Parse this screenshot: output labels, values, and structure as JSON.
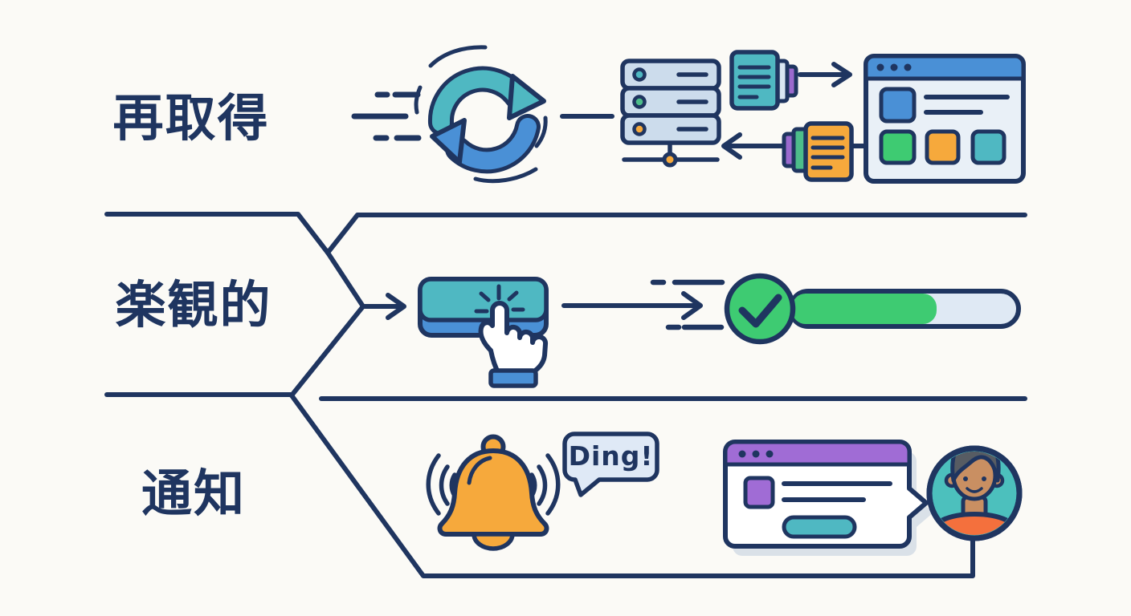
{
  "diagram": {
    "background_color": "#fbfaf6",
    "outline_color": "#1f3560",
    "rows": [
      {
        "name": "refetch",
        "label": "再取得",
        "icons": [
          "speed-dashes-icon",
          "sync-refresh-icon",
          "server-stack-icon",
          "request-packet-icon",
          "response-packet-icon",
          "arrow-right-icon",
          "arrow-left-icon",
          "browser-window-icon"
        ]
      },
      {
        "name": "optimistic",
        "label": "楽観的",
        "icons": [
          "arrow-right-icon",
          "ui-button-icon",
          "click-sparks-icon",
          "hand-cursor-icon",
          "speed-dashes-icon",
          "check-circle-icon",
          "progress-bar-icon"
        ],
        "progress_percent": 64
      },
      {
        "name": "notification",
        "label": "通知",
        "bubble_text": "Ding!",
        "icons": [
          "bell-icon",
          "vibration-arcs-icon",
          "speech-bubble-icon",
          "notification-card-icon",
          "user-avatar-icon"
        ]
      }
    ],
    "colors": {
      "navy": "#1f3560",
      "teal": "#4fb8c2",
      "blue": "#4a90d6",
      "green": "#3ecb72",
      "orange": "#f6a93c",
      "purple": "#a06cd5",
      "connector_purple": "#9b6ace",
      "connector_green": "#4dbd8a",
      "panel_fill": "#e9f0f7",
      "server_fill": "#ccdcec",
      "bubble_fill": "#dfe9f6",
      "progress_track": "#dfe9f4",
      "avatar_bg": "#4cc0bd",
      "skin": "#c98f62",
      "hair": "#575c63",
      "shirt": "#f4703d"
    }
  }
}
